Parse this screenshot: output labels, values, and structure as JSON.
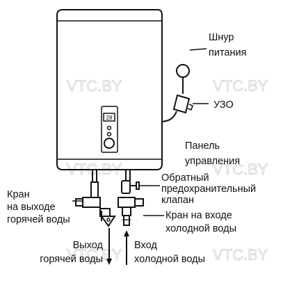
{
  "labels": {
    "power_cord": [
      "Шнур",
      "питания"
    ],
    "rcd": "УЗО",
    "control_panel": [
      "Панель",
      "управления"
    ],
    "safety_valve": [
      "Обратный",
      "предохранительный",
      "клапан"
    ],
    "hot_outlet_tap": [
      "Кран",
      "на выходе",
      "горячей воды"
    ],
    "cold_inlet_tap": [
      "Кран на входе",
      "холодной воды"
    ],
    "hot_outlet": [
      "Выход",
      "горячей воды"
    ],
    "cold_inlet": [
      "Вход",
      "холодной воды"
    ]
  },
  "panel": {
    "display": "28"
  },
  "watermark": "VTC.BY",
  "colors": {
    "line": "#111111",
    "watermark": "#cccccc"
  }
}
